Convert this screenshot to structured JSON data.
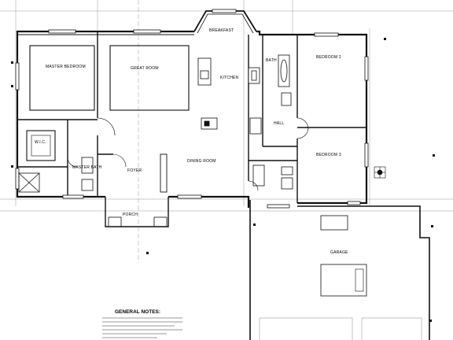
{
  "rooms": {
    "master_bedroom": "MASTER BEDROOM",
    "great_room": "GREAT ROOM",
    "breakfast": "BREAKFAST",
    "kitchen": "KITCHEN",
    "bath": "BATH",
    "bedroom_2": "BEDROOM 2",
    "bedroom_3": "BEDROOM 3",
    "hall": "HALL",
    "wic": "W.I.C.",
    "master_bath": "MASTER BATH",
    "foyer": "FOYER",
    "dining_room": "DINING ROOM",
    "porch": "PORCH",
    "garage": "GARAGE"
  },
  "notes": {
    "title": "GENERAL NOTES:"
  }
}
